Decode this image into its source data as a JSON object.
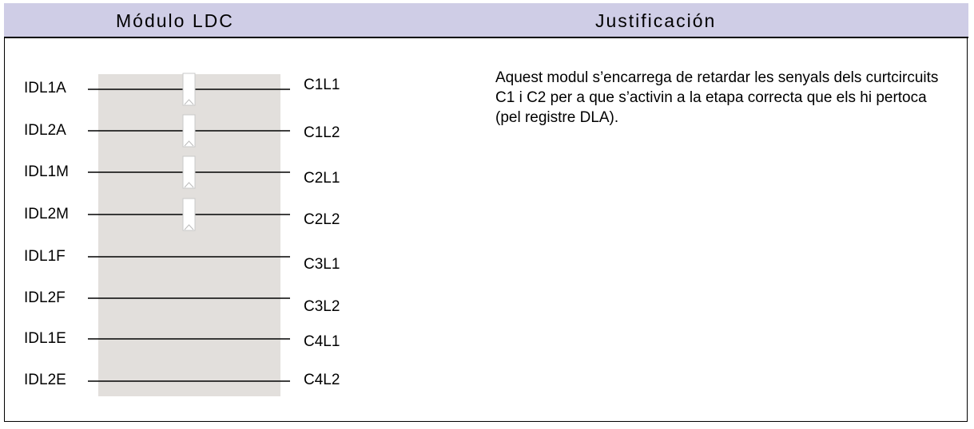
{
  "header": {
    "left_title": "Módulo LDC",
    "right_title": "Justificación"
  },
  "module": {
    "inputs": [
      "IDL1A",
      "IDL2A",
      "IDL1M",
      "IDL2M",
      "IDL1F",
      "IDL2F",
      "IDL1E",
      "IDL2E"
    ],
    "outputs": [
      "C1L1",
      "C1L2",
      "C2L1",
      "C2L2",
      "C3L1",
      "C3L2",
      "C4L1",
      "C4L2"
    ],
    "delay_elements_on_first_rows": 4
  },
  "justification": {
    "text": "Aquest modul s’encarrega de retardar les senyals dels curtcircuits C1 i C2 per a que s’activin a la etapa correcta que els hi pertoca (pel registre DLA)."
  },
  "colors": {
    "header_bg": "#cfcde6",
    "module_bg": "#e2dfdc",
    "line": "#000000"
  }
}
